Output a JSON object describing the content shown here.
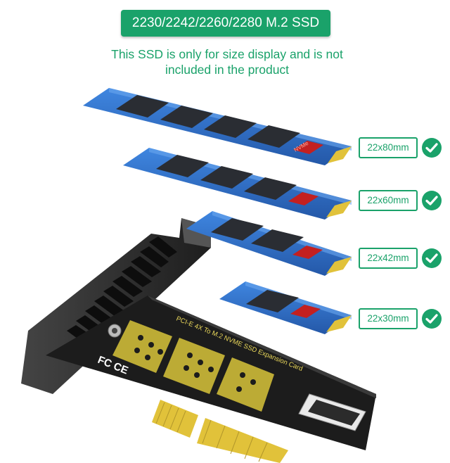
{
  "title": "2230/2242/2260/2280 M.2 SSD",
  "note": {
    "line1": "This SSD is only for size display and is not",
    "line2": "included in the product"
  },
  "sizes": [
    {
      "label": "22x80mm"
    },
    {
      "label": "22x60mm"
    },
    {
      "label": "22x42mm"
    },
    {
      "label": "22x30mm"
    }
  ],
  "ssd_chip_text": "NVMe",
  "card": {
    "silkscreen": "PCI-E 4X To M.2 NVME SSD Expansion Card",
    "marks": "FC CE"
  },
  "colors": {
    "accent": "#1aa26a",
    "ssd_pcb": "#2f6fc8",
    "card_pcb": "#1c1c1c",
    "gold": "#e1c23a",
    "bracket": "#2c2c2c"
  }
}
